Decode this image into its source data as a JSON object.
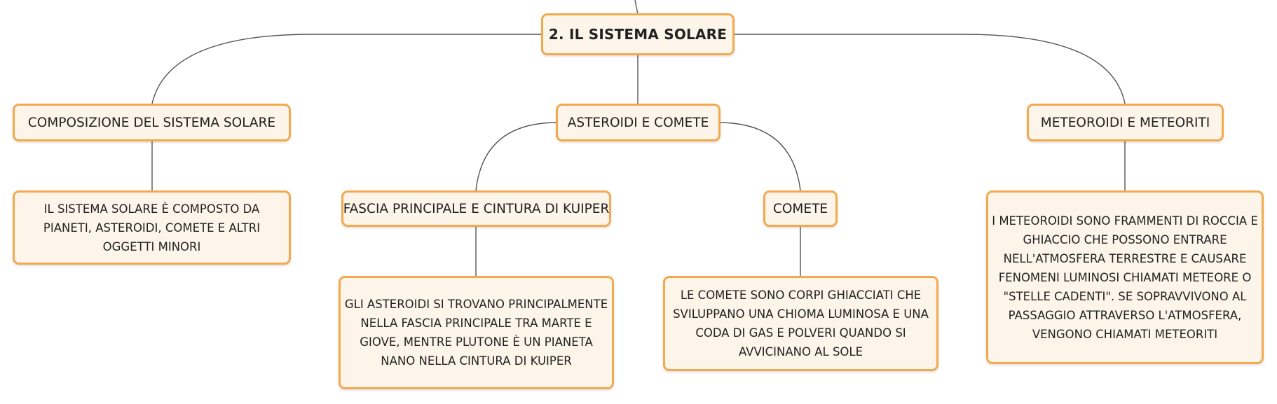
{
  "diagram": {
    "root": {
      "label": "2. IL SISTEMA SOLARE"
    },
    "branches": {
      "composizione": {
        "label": "COMPOSIZIONE DEL SISTEMA SOLARE",
        "detail": "IL SISTEMA SOLARE È COMPOSTO DA PIANETI, ASTEROIDI, COMETE E ALTRI OGGETTI MINORI"
      },
      "asteroidi_comete": {
        "label": "ASTEROIDI E COMETE",
        "fascia": {
          "label": "FASCIA PRINCIPALE E CINTURA DI KUIPER",
          "detail": "GLI ASTEROIDI SI TROVANO PRINCIPALMENTE NELLA FASCIA PRINCIPALE TRA MARTE E GIOVE, MENTRE PLUTONE È UN PIANETA NANO NELLA CINTURA DI KUIPER"
        },
        "comete": {
          "label": "COMETE",
          "detail": "LE COMETE SONO CORPI GHIACCIATI CHE SVILUPPANO UNA CHIOMA LUMINOSA E UNA CODA DI GAS E POLVERI QUANDO SI AVVICINANO AL SOLE"
        }
      },
      "meteoroidi": {
        "label": "METEOROIDI E METEORITI",
        "detail": "I METEOROIDI SONO FRAMMENTI DI ROCCIA E GHIACCIO CHE POSSONO ENTRARE NELL'ATMOSFERA TERRESTRE E CAUSARE FENOMENI LUMINOSI CHIAMATI METEORE O \"STELLE CADENTI\". SE SOPRAVVIVONO AL PASSAGGIO ATTRAVERSO L'ATMOSFERA, VENGONO CHIAMATI METEORITI"
      }
    },
    "colors": {
      "node_border": "#f3a94e",
      "node_fill": "#fef5ea",
      "connector": "#555555"
    }
  }
}
